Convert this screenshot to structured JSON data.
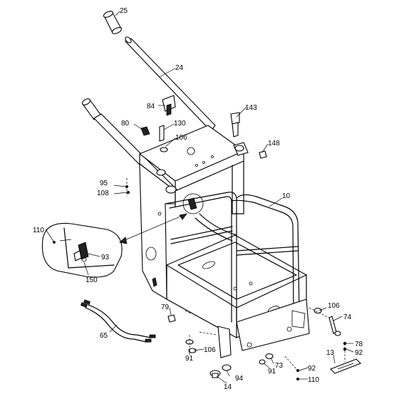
{
  "callouts": {
    "c25": "25",
    "c24": "24",
    "c84": "84",
    "c143": "143",
    "c80": "80",
    "c130": "130",
    "c106a": "106",
    "c148": "148",
    "c95": "95",
    "c108": "108",
    "c10": "10",
    "c110a": "110",
    "c93": "93",
    "c150": "150",
    "c79": "79",
    "c106b": "106",
    "c74": "74",
    "c65": "65",
    "c106c": "106",
    "c91a": "91",
    "c78": "78",
    "c92a": "92",
    "c13": "13",
    "c73": "73",
    "c91b": "91",
    "c92b": "92",
    "c94": "94",
    "c110b": "110",
    "c14": "14"
  }
}
